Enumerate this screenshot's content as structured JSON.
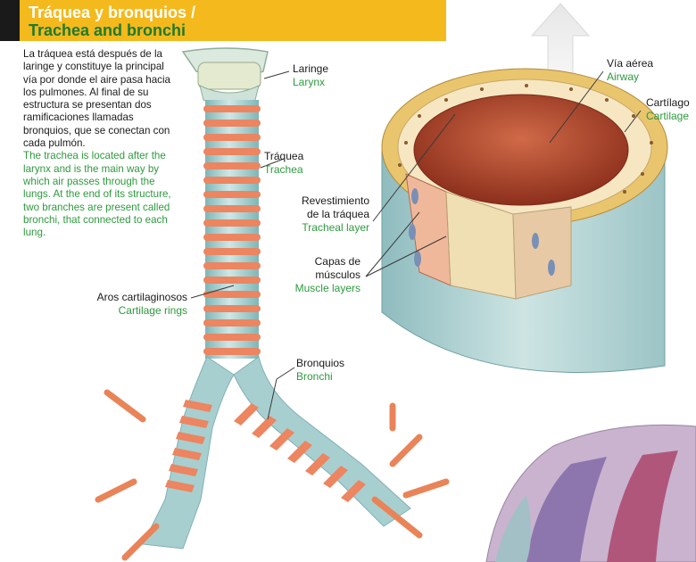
{
  "title": {
    "es": "Tráquea y bronquios /",
    "en": "Trachea and bronchi"
  },
  "intro": {
    "es": "La tráquea está después de la laringe y constituye la principal vía por donde el aire pasa hacia los pulmones. Al final de su estructura se presentan dos ramificaciones llamadas bronquios, que se conectan con cada pulmón.",
    "en": "The trachea is located after the larynx and is the main way by which air passes through the lungs. At the end of its structure, two branches are present called bronchi, that connected to each lung."
  },
  "labels": {
    "larynx": {
      "es": "Laringe",
      "en": "Larynx"
    },
    "trachea": {
      "es": "Tráquea",
      "en": "Trachea"
    },
    "rings": {
      "es": "Aros cartilaginosos",
      "en": "Cartilage rings"
    },
    "bronchi": {
      "es": "Bronquios",
      "en": "Bronchi"
    },
    "airway": {
      "es": "Vía aérea",
      "en": "Airway"
    },
    "cartilage": {
      "es": "Cartílago",
      "en": "Cartilage"
    },
    "lining": {
      "es1": "Revestimiento",
      "es2": "de la tráquea",
      "en": "Tracheal layer"
    },
    "muscles": {
      "es1": "Capas de",
      "es2": "músculos",
      "en": "Muscle layers"
    }
  },
  "colors": {
    "title_bg": "#f4b91c",
    "title_accent": "#1a1a1a",
    "english_text": "#2e9a3e",
    "tube": "#a8cfd0",
    "ring": "#ec8560",
    "lumen": "#c0533a"
  }
}
